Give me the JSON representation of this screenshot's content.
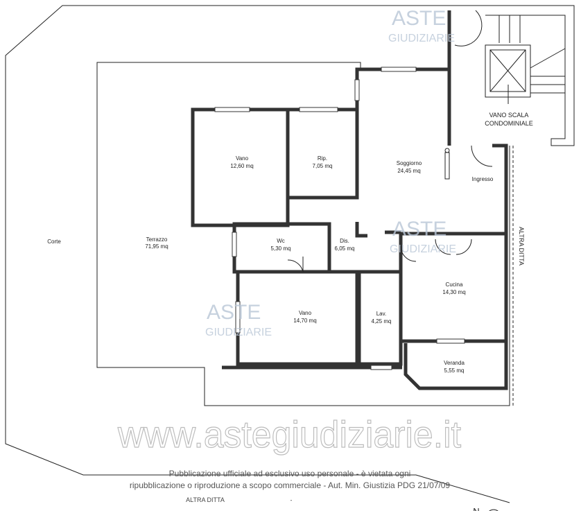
{
  "rooms": {
    "corte": {
      "name": "Corte"
    },
    "terrazzo": {
      "name": "Terrazzo",
      "area": "71,95 mq"
    },
    "vano1": {
      "name": "Vano",
      "area": "12,60 mq"
    },
    "rip": {
      "name": "Rip.",
      "area": "7,05 mq"
    },
    "soggiorno": {
      "name": "Soggiorno",
      "area": "24,45 mq"
    },
    "ingresso": {
      "name": "Ingresso"
    },
    "wc": {
      "name": "Wc",
      "area": "5,30 mq"
    },
    "dis": {
      "name": "Dis.",
      "area": "6,05 mq"
    },
    "vano2": {
      "name": "Vano",
      "area": "14,70 mq"
    },
    "lav": {
      "name": "Lav.",
      "area": "4,25 mq"
    },
    "cucina": {
      "name": "Cucina",
      "area": "14,30 mq"
    },
    "veranda": {
      "name": "Veranda",
      "area": "5,55 mq"
    }
  },
  "labels": {
    "vano_scala_1": "VANO SCALA",
    "vano_scala_2": "CONDOMINIALE",
    "altra_ditta": "ALTRA DITTA",
    "altra_ditta_bottom": "ALTRA DITTA",
    "dash": "-",
    "north": "N"
  },
  "watermark": {
    "aste": "ASTE",
    "giudiziarie": "GIUDIZIARIE",
    "site": "www.astegiudiziarie.it",
    "line1": "Pubblicazione ufficiale ad esclusivo uso personale - è vietata ogni",
    "line2": "ripubblicazione o riproduzione a scopo commerciale - Aut. Min. Giustizia PDG 21/07/09"
  }
}
